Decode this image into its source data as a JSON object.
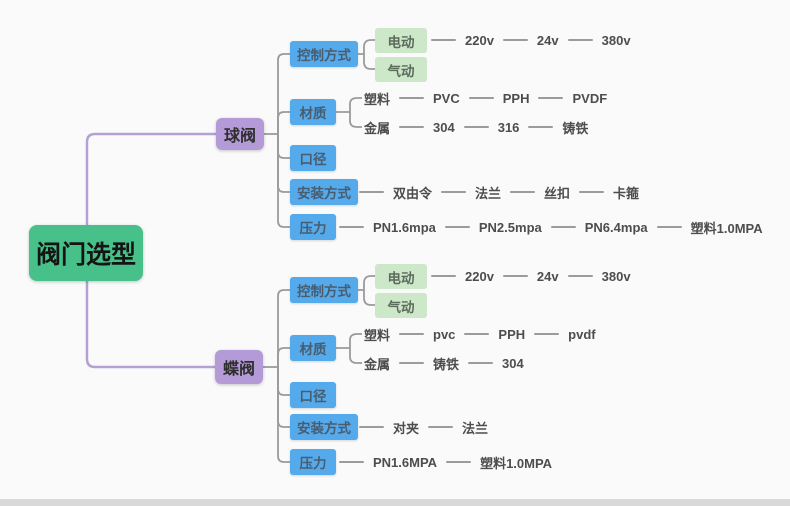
{
  "root": {
    "label": "阀门选型"
  },
  "ball": {
    "label": "球阀",
    "control": {
      "label": "控制方式",
      "electric": "电动",
      "pneumatic": "气动",
      "chain": [
        "220v",
        "24v",
        "380v"
      ]
    },
    "material": {
      "label": "材质",
      "plastic": {
        "label": "塑料",
        "chain": [
          "PVC",
          "PPH",
          "PVDF"
        ]
      },
      "metal": {
        "label": "金属",
        "chain": [
          "304",
          "316",
          "铸铁"
        ]
      }
    },
    "caliber": {
      "label": "口径"
    },
    "install": {
      "label": "安装方式",
      "chain": [
        "双由令",
        "法兰",
        "丝扣",
        "卡箍"
      ]
    },
    "pressure": {
      "label": "压力",
      "chain": [
        "PN1.6mpa",
        "PN2.5mpa",
        "PN6.4mpa",
        "塑料1.0MPA"
      ]
    }
  },
  "butterfly": {
    "label": "蝶阀",
    "control": {
      "label": "控制方式",
      "electric": "电动",
      "pneumatic": "气动",
      "chain": [
        "220v",
        "24v",
        "380v"
      ]
    },
    "material": {
      "label": "材质",
      "plastic": {
        "label": "塑料",
        "chain": [
          "pvc",
          "PPH",
          "pvdf"
        ]
      },
      "metal": {
        "label": "金属",
        "chain": [
          "铸铁",
          "304"
        ]
      }
    },
    "caliber": {
      "label": "口径"
    },
    "install": {
      "label": "安装方式",
      "chain": [
        "对夹",
        "法兰"
      ]
    },
    "pressure": {
      "label": "压力",
      "chain": [
        "PN1.6MPA",
        "塑料1.0MPA"
      ]
    }
  },
  "colors": {
    "root_green": "#47c189",
    "branch_purple": "#b49bd7",
    "category_blue": "#55aaec",
    "child_green": "#cde7c9",
    "line_gray": "#9b9b9b",
    "line_purple": "#b5a0d6"
  }
}
